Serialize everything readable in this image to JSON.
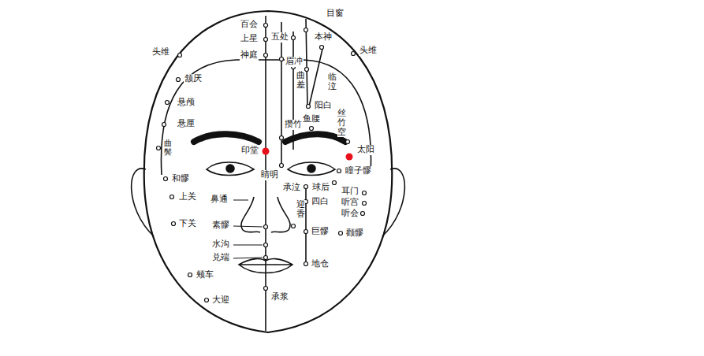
{
  "diagram": {
    "labels": [
      "百会",
      "目窗",
      "上星",
      "五处",
      "本神",
      "头维",
      "头维",
      "神庭",
      "眉冲",
      "颔厌",
      "曲差",
      "临泣",
      "悬颅",
      "阳白",
      "悬厘",
      "攒竹",
      "鱼腰",
      "丝竹空",
      "曲鬓",
      "印堂",
      "太阳",
      "睛明",
      "瞳子髎",
      "和髎",
      "鼻通",
      "承泣",
      "球后",
      "耳门",
      "听宫",
      "听会",
      "四白",
      "迎香",
      "上关",
      "下关",
      "素髎",
      "巨髎",
      "颧髎",
      "水沟",
      "兑端",
      "地仓",
      "颊车",
      "大迎",
      "承浆"
    ]
  }
}
